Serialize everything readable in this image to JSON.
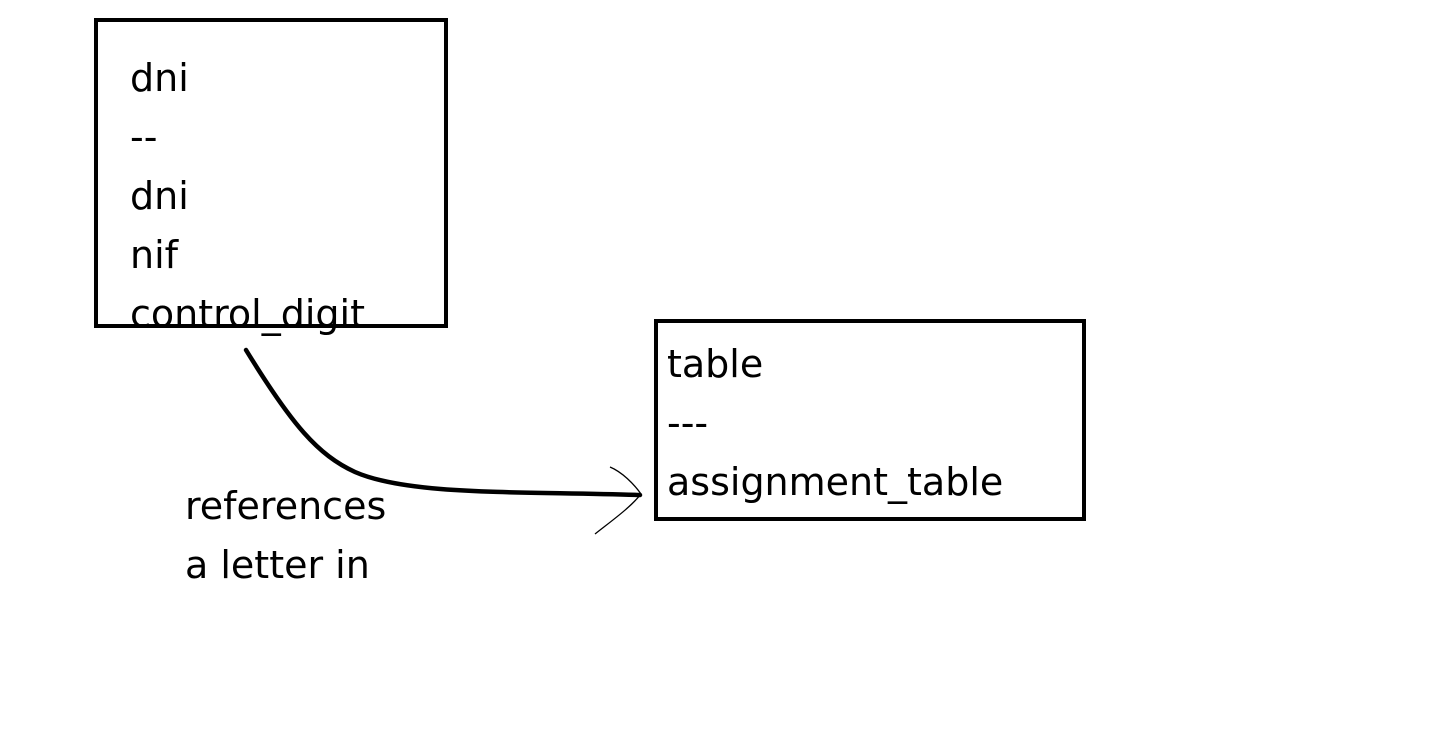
{
  "entities": [
    {
      "name": "dni",
      "separator": "--",
      "fields": [
        "dni",
        "nif",
        "control_digit"
      ]
    },
    {
      "name": "table",
      "separator": "---",
      "fields": [
        "assignment_table"
      ]
    }
  ],
  "relationship": {
    "label_lines": [
      "references",
      "a letter in"
    ]
  }
}
